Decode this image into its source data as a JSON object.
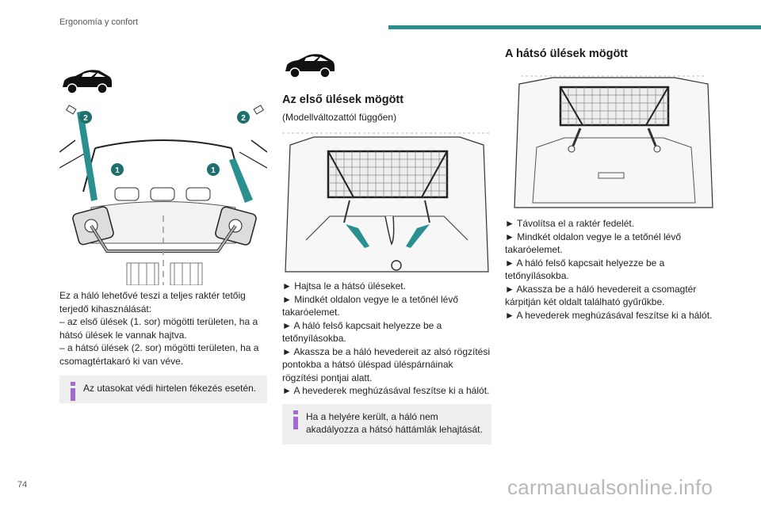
{
  "header": {
    "section_title": "Ergonomía y confort"
  },
  "col1": {
    "badges": [
      "2",
      "2",
      "1",
      "1"
    ],
    "intro": "Ez a háló lehetővé teszi a teljes raktér tetőig terjedő kihasználását:",
    "dashes": [
      "–  az első ülések (1. sor) mögötti területen, ha a hátsó ülések le vannak hajtva.",
      "–  a hátsó ülések (2. sor) mögötti területen, ha a csomagtértakaró ki van véve."
    ],
    "info": "Az utasokat védi hirtelen fékezés esetén."
  },
  "col2": {
    "title": "Az első ülések mögött",
    "subtitle": "(Modellváltozattól függően)",
    "steps": [
      "►  Hajtsa le a hátsó üléseket.",
      "►  Mindkét oldalon vegye le a tetőnél lévő takaróelemet.",
      "►  A háló felső kapcsait helyezze be a tetőnyílásokba.",
      "►  Akassza be a háló hevedereit az alsó rögzítési pontokba a hátsó ülés­pad üléspárnáinak rögzítési pontjai alatt.",
      "►  A hevederek meghúzásával feszítse ki a hálót."
    ],
    "info": "Ha a helyére került, a háló nem akadályozza a hátsó háttámlák lehajtását."
  },
  "col3": {
    "title": "A hátsó ülések mögött",
    "steps": [
      "►  Távolítsa el a raktér fedelét.",
      "►  Mindkét oldalon vegye le a tetőnél lévő takaróelemet.",
      "►  A háló felső kapcsait helyezze be a tetőnyílásokba.",
      "►  Akassza be a háló hevedereit a csomagtér kárpitján két oldalt található gyűrűkbe.",
      "►  A hevederek meghúzásával feszítse ki a hálót."
    ]
  },
  "footer": {
    "page_number": "74",
    "watermark": "carmanualsonline.info"
  },
  "colors": {
    "accent": "#2a8f8f",
    "info_icon": "#a06ad0",
    "badge": "#1f6f6f"
  }
}
